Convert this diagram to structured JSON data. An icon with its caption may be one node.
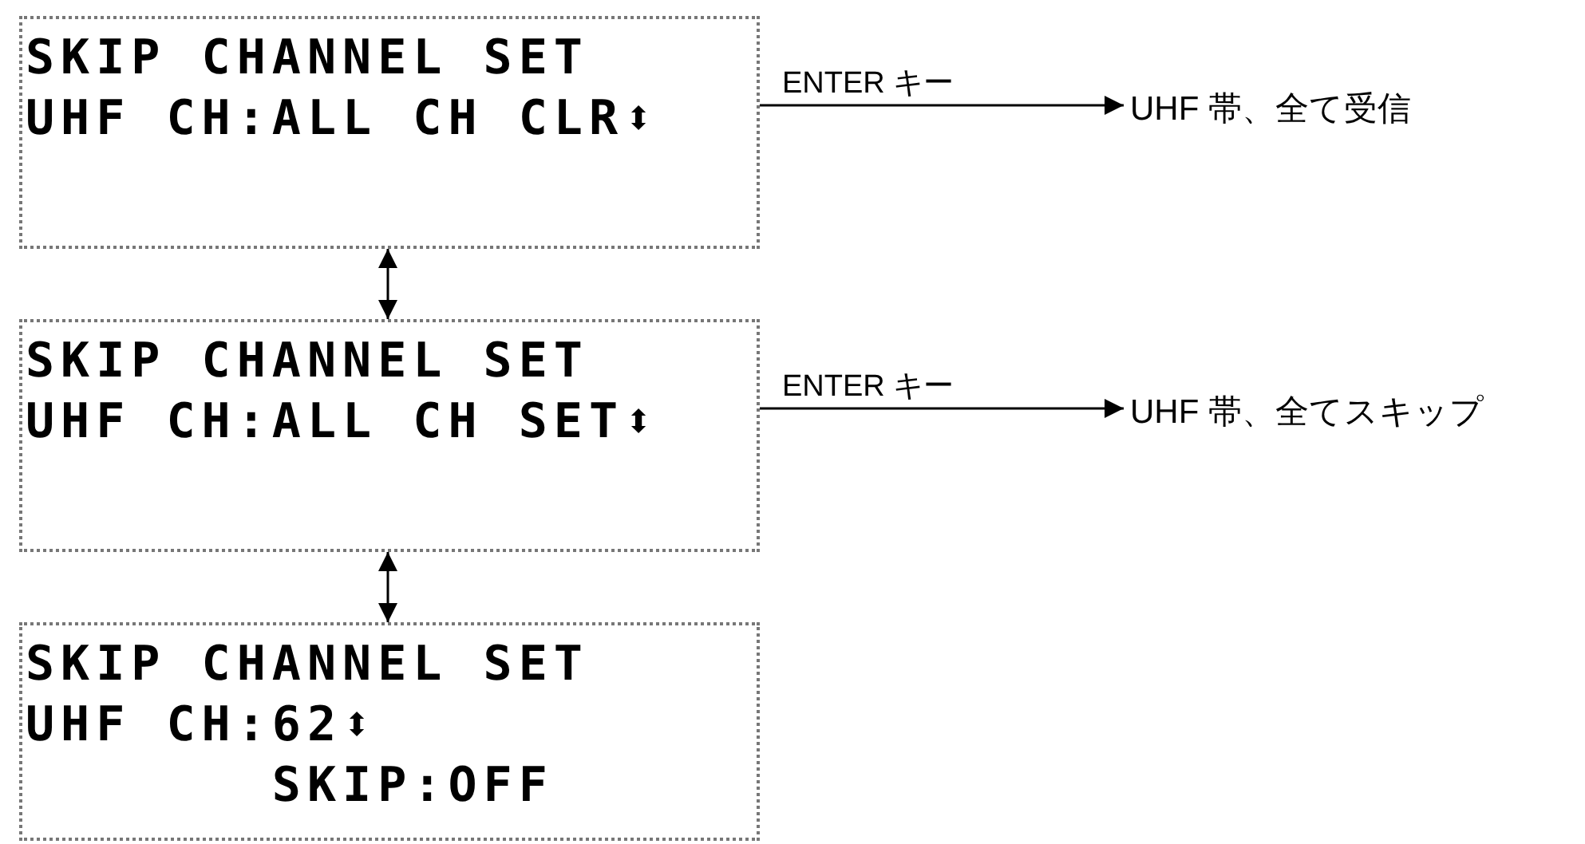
{
  "diagram": {
    "nodes": [
      {
        "text": [
          "SKIP CHANNEL SET",
          "UHF CH:ALL CH CLR⬍"
        ]
      },
      {
        "text": [
          "SKIP CHANNEL SET",
          "UHF CH:ALL CH SET⬍"
        ]
      },
      {
        "text": [
          "SKIP CHANNEL SET",
          "UHF CH:62⬍",
          "SKIP:OFF"
        ]
      },
      {
        "text": [
          "UHF 帯、全て受信"
        ]
      },
      {
        "text": [
          "UHF 帯、全てスキップ"
        ]
      }
    ],
    "edges": [
      {
        "from": 0,
        "to": 3,
        "arrow": "to",
        "label": "ENTER キー"
      },
      {
        "from": 1,
        "to": 4,
        "arrow": "to",
        "label": "ENTER キー"
      },
      {
        "from": 0,
        "to": 1,
        "arrow": "both"
      },
      {
        "from": 1,
        "to": 2,
        "arrow": "both"
      }
    ]
  }
}
